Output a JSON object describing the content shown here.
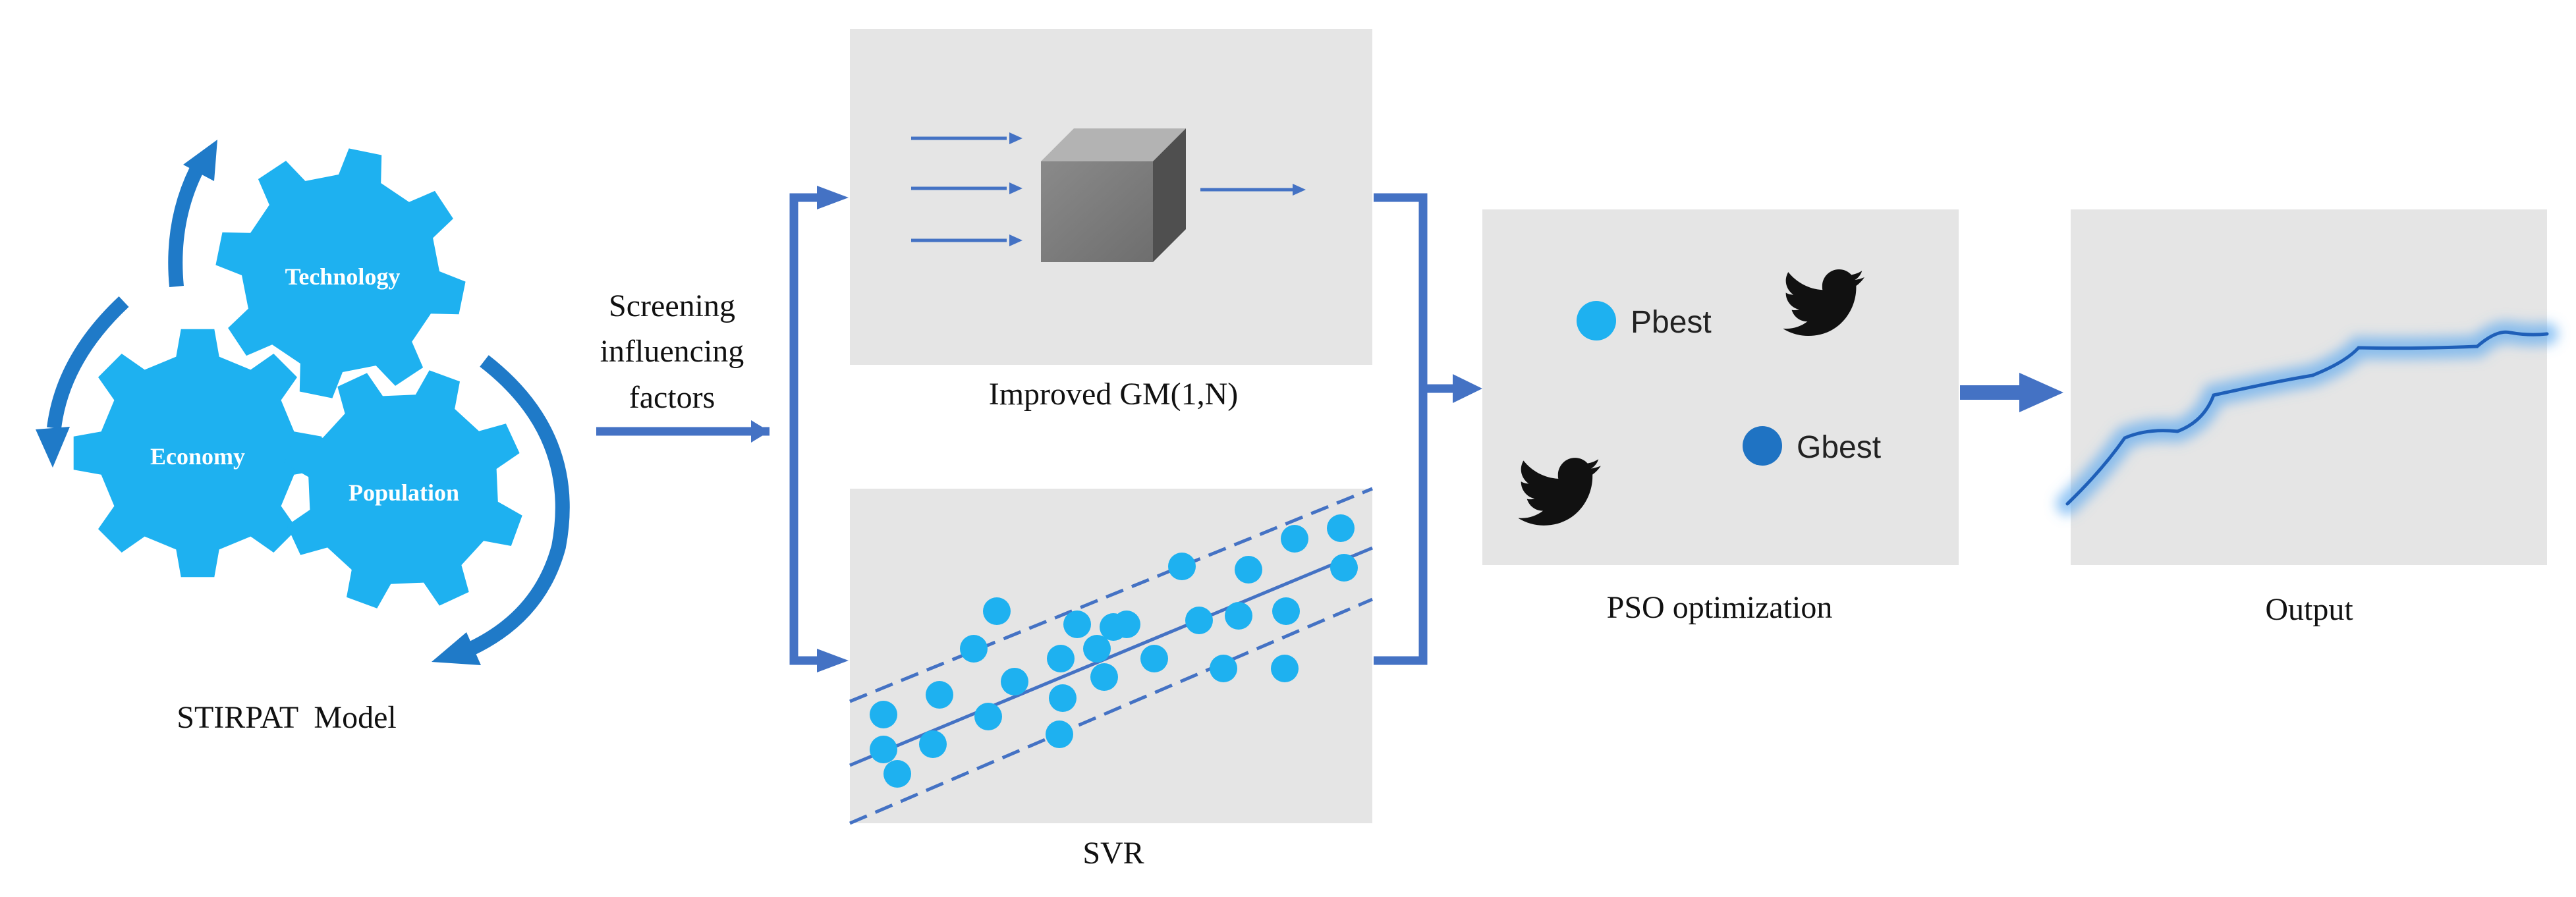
{
  "stirpat": {
    "title": "STIRPAT  Model",
    "gears": [
      {
        "label": "Technology"
      },
      {
        "label": "Economy"
      },
      {
        "label": "Population"
      }
    ]
  },
  "screening": {
    "lines": [
      "Screening",
      "influencing",
      "factors"
    ]
  },
  "gm_box": {
    "caption": "Improved GM(1,N)"
  },
  "svr_box": {
    "caption": "SVR"
  },
  "pso_box": {
    "caption": "PSO optimization",
    "pbest_label": "Pbest",
    "gbest_label": "Gbest"
  },
  "output_box": {
    "caption": "Output"
  },
  "colors": {
    "gear": "#1EB1F0",
    "arrow": "#4472C4",
    "cycle_arrow": "#1F7AC8",
    "box_fill": "#E5E5E5",
    "pbest": "#1EB1F0",
    "gbest": "#1F73C3",
    "bird": "#111111",
    "output_line": "#1F5FB8"
  }
}
